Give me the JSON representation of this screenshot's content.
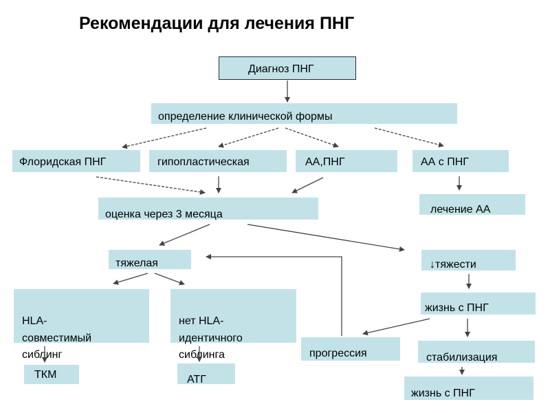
{
  "title": "Рекомендации для лечения ПНГ",
  "nodes": {
    "diagnosis": "Диагноз ПНГ",
    "clinical_form": "определение клинической формы",
    "floridnaya": "Флоридская ПНГ",
    "hypoplastic": "гипопластическая",
    "aa_png": "АА,ПНГ",
    "aa_with_png": "АА с ПНГ",
    "assessment": "оценка через 3 месяца",
    "aa_treatment": "лечение АА",
    "severe": "тяжелая",
    "severity_decrease": "↓тяжести",
    "hla_sibling": "HLA-\nсовместимый\nсиблинг",
    "no_hla_sibling": "нет HLA-\nидентичного\nсиблинга",
    "life_with_png_1": "жизнь с ПНГ",
    "progression": "прогрессия",
    "stabilization": "стабилизация",
    "tkm": "ТКМ",
    "atg": "АТГ",
    "life_with_png_2": "жизнь с ПНГ"
  },
  "colors": {
    "box_fill": "#c2e2e8",
    "arrow": "#444444"
  }
}
